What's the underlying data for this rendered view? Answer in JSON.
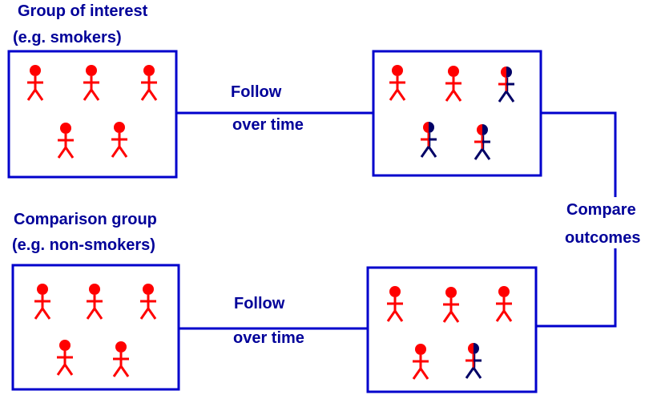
{
  "colors": {
    "text": "#000099",
    "line": "#0000cc",
    "healthy_person": "#ff0000",
    "outcome_person_dark": "#000066"
  },
  "top_group": {
    "title_line1": "Group of interest",
    "title_line2": "(e.g. smokers)",
    "follow_line1": "Follow",
    "follow_line2": "over time"
  },
  "bottom_group": {
    "title_line1": "Comparison group",
    "title_line2": "(e.g. non-smokers)",
    "follow_line1": "Follow",
    "follow_line2": "over time"
  },
  "compare": {
    "line1": "Compare",
    "line2": "outcomes"
  },
  "figures": {
    "top_start": [
      "healthy",
      "healthy",
      "healthy",
      "healthy",
      "healthy"
    ],
    "top_end": [
      "healthy",
      "healthy",
      "outcome",
      "outcome",
      "outcome"
    ],
    "bottom_start": [
      "healthy",
      "healthy",
      "healthy",
      "healthy",
      "healthy"
    ],
    "bottom_end": [
      "healthy",
      "healthy",
      "healthy",
      "healthy",
      "outcome"
    ]
  }
}
